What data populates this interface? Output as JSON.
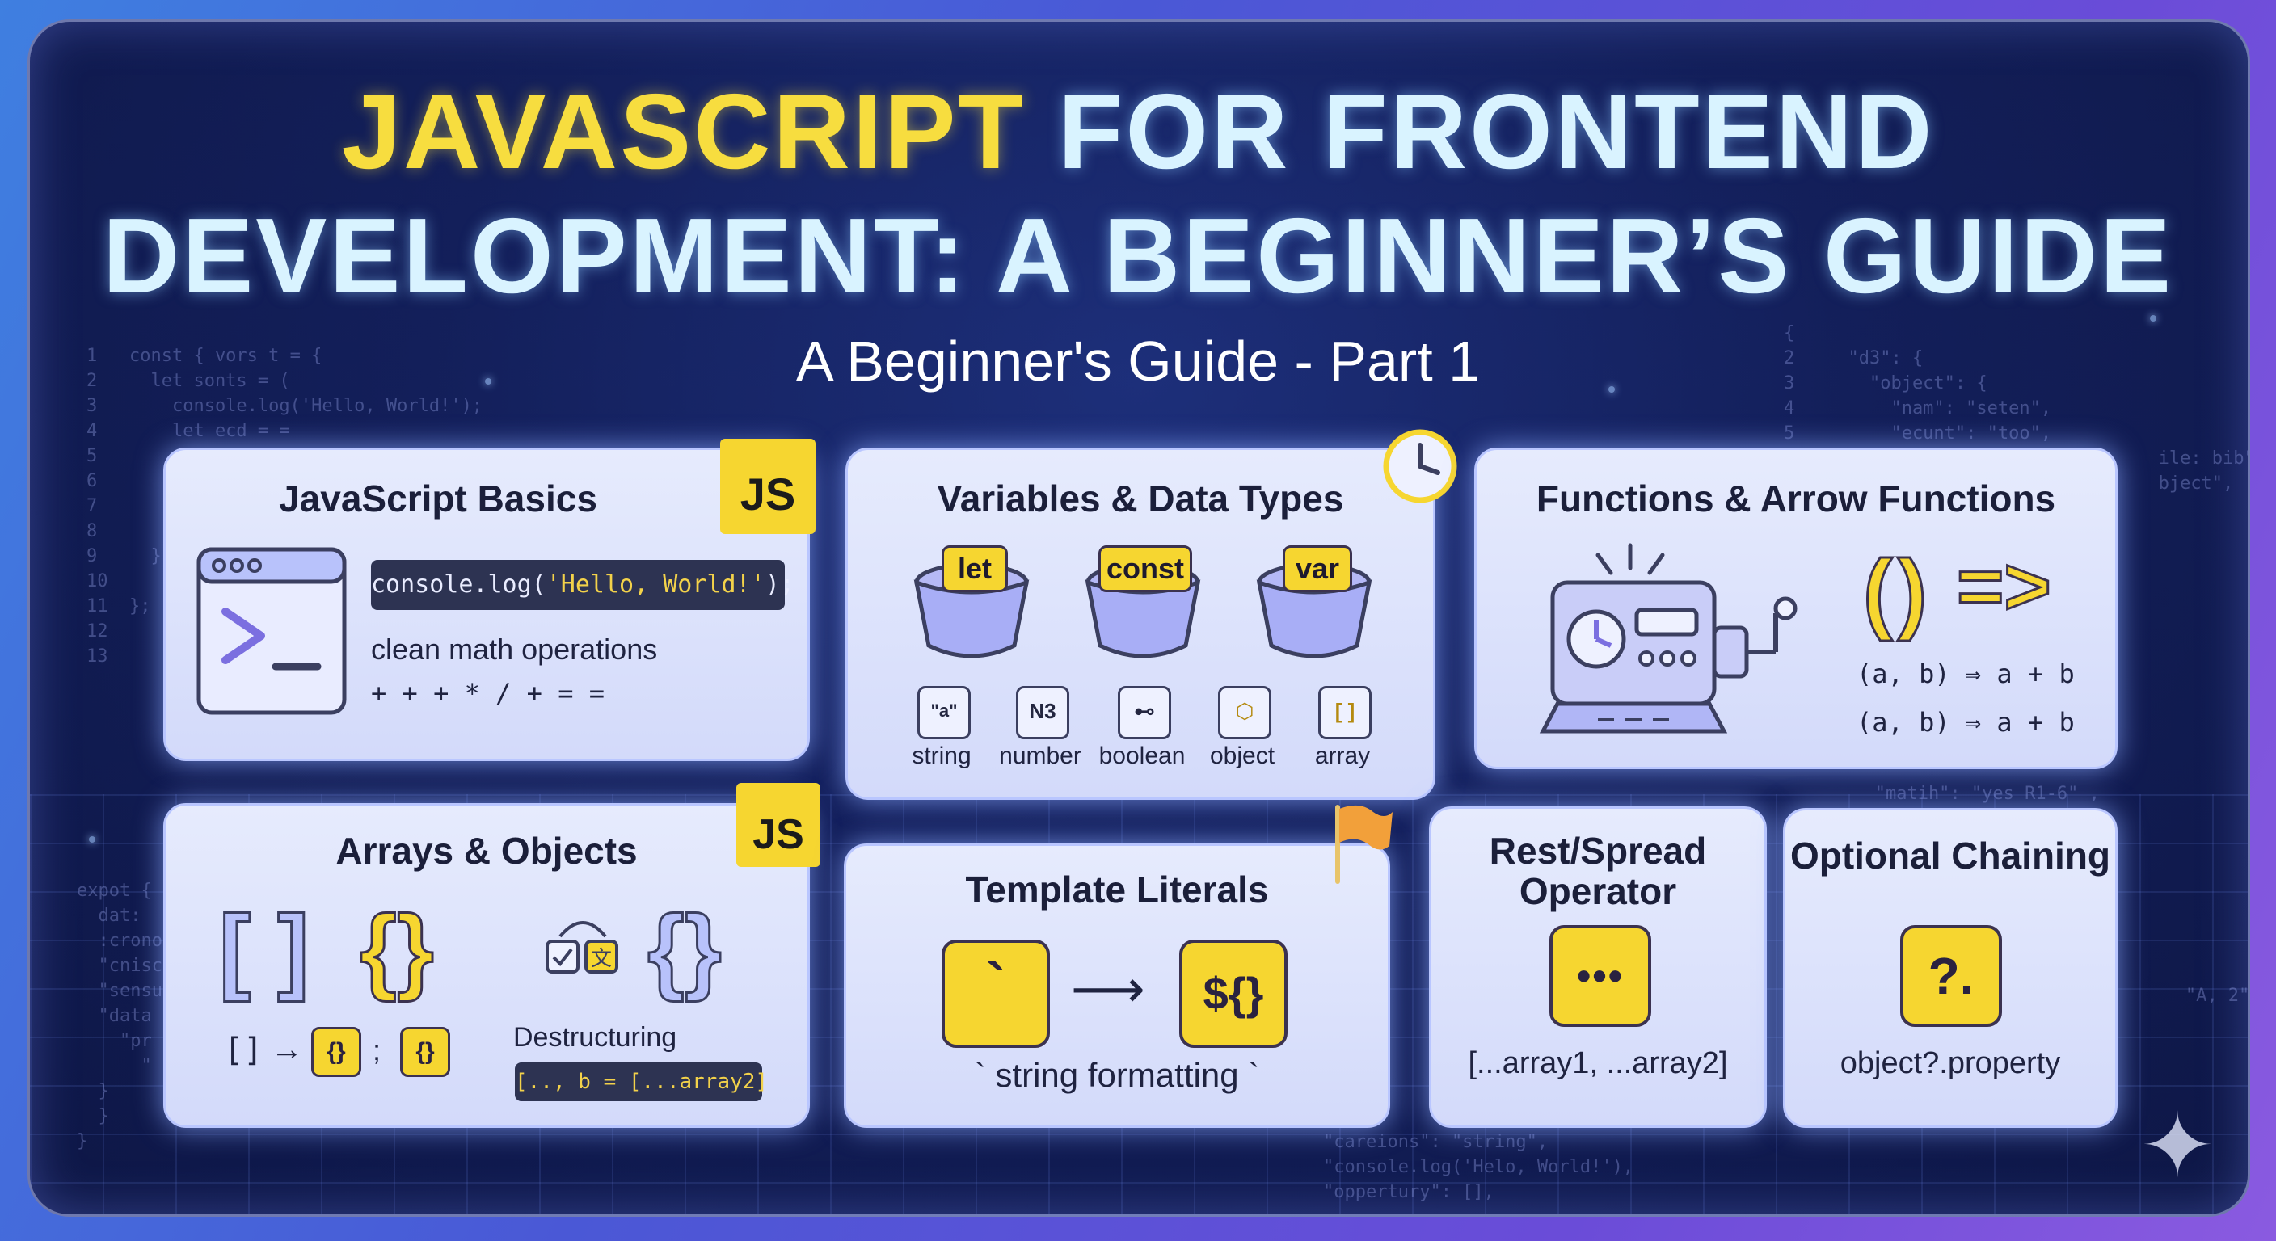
{
  "header": {
    "title_line1_highlight": "JAVASCRIPT",
    "title_line1_rest": "FOR FRONTEND",
    "title_line2": "DEVELOPMENT: A BEGINNER’S GUIDE",
    "subtitle": "A Beginner's Guide - Part 1"
  },
  "colors": {
    "accent_yellow": "#f6d630",
    "title_cyan": "#d9f3ff",
    "card_bg": "#e0e6fc",
    "frame_bg": "#131f5a"
  },
  "background_code": {
    "left_top": "1   const { vors t = {\n2     let sonts = (\n3       console.log('Hello, World!');\n4       let ecd = =\n5\n6\n7\n8\n9     }\n10\n11  };\n12\n13",
    "right_top": "{\n2     \"d3\": {\n3       \"object\": {\n4         \"nam\": \"seten\",\n5         \"ecunt\": \"too\",\n6                                  ile: bib\",\n7                                  bject\",",
    "left_bottom": "expot {\n  dat:\n  :crono\n  \"cnisc\n  \"sensu\n  \"data\n    \"pr\n      \"\n  }\n  }\n}",
    "right_mid": "       \"matih\": \"yes R1-6\" ,",
    "right_lower": "                                    \"A, 2\"",
    "bottom_center": "{\n\"careions\": \"string\",\n\"console.log('Helo, World!'),\n\"oppertury\": [],"
  },
  "cards": {
    "basics": {
      "title": "JavaScript Basics",
      "badge": "JS",
      "code_prefix": "console.log(",
      "code_string": "'Hello, World!'",
      "code_suffix": ");",
      "line1": "clean math operations",
      "line2": "+ + + * / + = ="
    },
    "variables": {
      "title": "Variables & Data Types",
      "tags": [
        "let",
        "const",
        "var"
      ],
      "types": [
        {
          "icon": "\"a\"",
          "label": "string"
        },
        {
          "icon": "N3",
          "label": "number"
        },
        {
          "icon": "⊷",
          "label": "boolean"
        },
        {
          "icon": "⬡",
          "label": "object"
        },
        {
          "icon": "[ ]",
          "label": "array"
        }
      ]
    },
    "functions": {
      "title": "Functions & Arrow Functions",
      "parens": "()",
      "arrow": "=>",
      "line1": "(a, b) ⇒ a + b",
      "line2": "(a, b) ⇒ a + b"
    },
    "arrays": {
      "title": "Arrays & Objects",
      "badge": "JS",
      "brackets": "[ ]",
      "braces": "{}",
      "braces2": "{}",
      "small_brackets": "[]",
      "small_arrow": "→",
      "small_brace1": "{}",
      "small_sep": ";",
      "small_brace2": "{}",
      "destructuring_label": "Destructuring",
      "destructuring_code": "[.., b = [...array2]"
    },
    "template": {
      "title": "Template Literals",
      "backtick": "`",
      "arrow": "⟶",
      "dollar": "${}",
      "caption": "` string formatting `"
    },
    "rest": {
      "title_line1": "Rest/Spread",
      "title_line2": "Operator",
      "icon_text": "•••",
      "caption": "[...array1, ...array2]"
    },
    "optional": {
      "title": "Optional Chaining",
      "icon_text": "?.",
      "caption": "object?.property"
    }
  }
}
